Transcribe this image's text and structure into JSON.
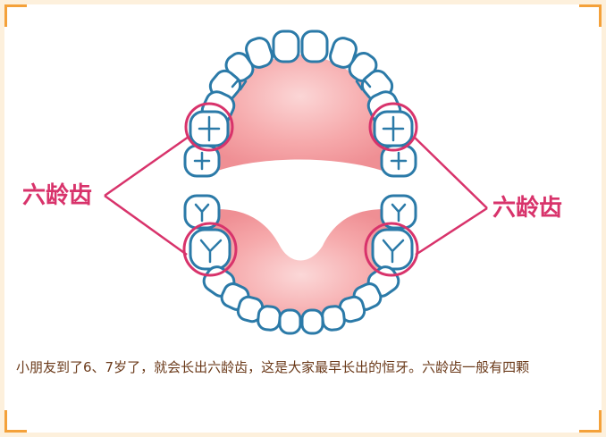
{
  "labels": {
    "left": "六龄齿",
    "right": "六龄齿"
  },
  "caption": "小朋友到了6、7岁了，就会长出六龄齿，这是大家最早长出的恒牙。六龄齿一般有四颗",
  "colors": {
    "accent": "#d8336b",
    "tooth_outline": "#2b7aa8",
    "gum": "#f6a4a8",
    "corner": "#f4a13a",
    "caption_text": "#6b3a1a"
  }
}
